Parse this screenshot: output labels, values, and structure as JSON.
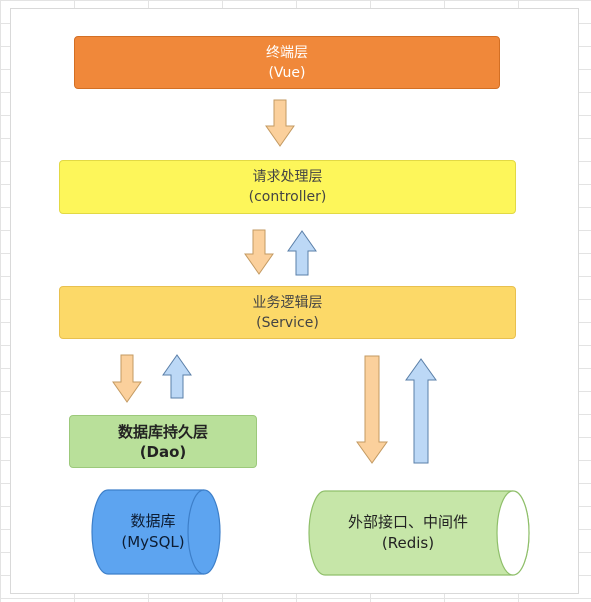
{
  "layers": {
    "terminal": {
      "title": "终端层",
      "subtitle": "(Vue)"
    },
    "controller": {
      "title": "请求处理层",
      "subtitle": "(controller)"
    },
    "service": {
      "title": "业务逻辑层",
      "subtitle": "(Service)"
    },
    "dao": {
      "title": "数据库持久层",
      "subtitle": "(Dao)"
    }
  },
  "storage": {
    "database": {
      "title": "数据库",
      "subtitle": "(MySQL)"
    },
    "external": {
      "title": "外部接口、中间件",
      "subtitle": "(Redis)"
    }
  },
  "colors": {
    "down_arrow": "#fbd09c",
    "up_arrow": "#bcd8f6",
    "terminal": "#f0883a",
    "controller": "#fdf65a",
    "service": "#fcd968",
    "dao": "#b9e09a",
    "database": "#5da4f0",
    "external": "#c6e6a8"
  }
}
